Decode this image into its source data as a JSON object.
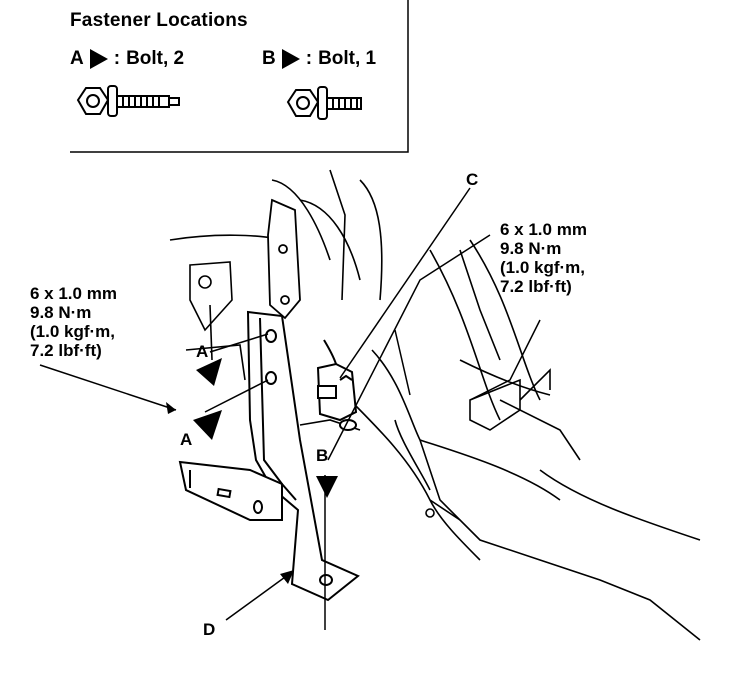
{
  "fastener_locations": {
    "title": "Fastener Locations",
    "items": [
      {
        "letter": "A",
        "separator": ":",
        "description": "Bolt, 2"
      },
      {
        "letter": "B",
        "separator": ":",
        "description": "Bolt, 1"
      }
    ]
  },
  "torque_specs": {
    "left": [
      "6 x 1.0 mm",
      "9.8 N·m",
      "(1.0 kgf·m,",
      "7.2 lbf·ft)"
    ],
    "right": [
      "6 x 1.0 mm",
      "9.8 N·m",
      "(1.0 kgf·m,",
      "7.2 lbf·ft)"
    ]
  },
  "callouts": {
    "a_upper": "A",
    "a_lower": "A",
    "b": "B",
    "c": "C",
    "d": "D"
  }
}
